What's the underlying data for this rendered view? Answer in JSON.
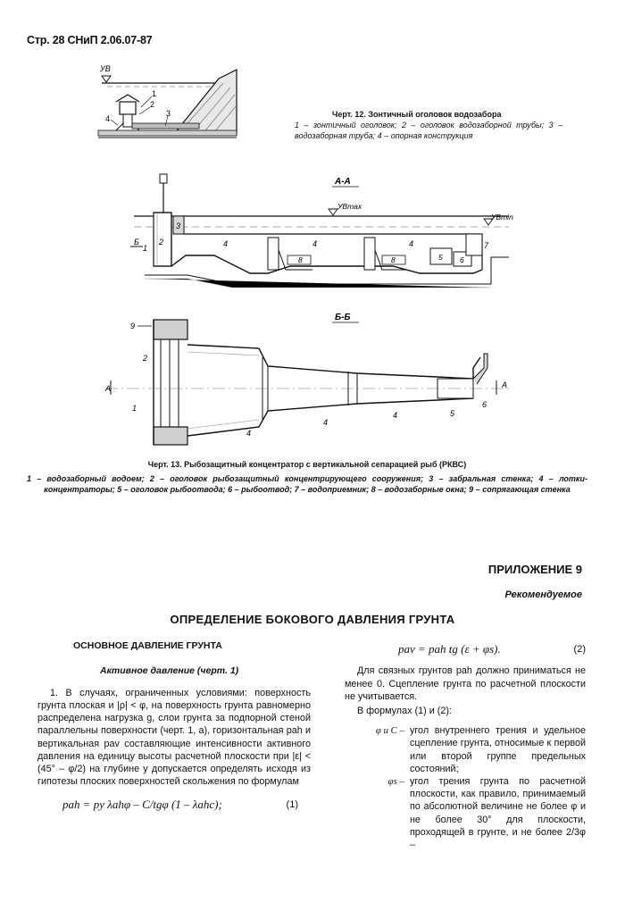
{
  "header": "Стр. 28  СНиП 2.06.07-87",
  "figure12": {
    "labels": {
      "uv": "УВ",
      "n1": "1",
      "n2": "2",
      "n3": "3",
      "n4": "4"
    },
    "caption_title": "Черт. 12. Зонтичный оголовок водозабора",
    "caption_legend": "1 – зонтичный оголовок; 2 – оголовок водозаборной трубы; 3 – водозаборная труба; 4 – опорная конструкция"
  },
  "figure13": {
    "section_aa": "А-А",
    "section_bb": "Б-Б",
    "uv_max": "УВmax",
    "uv_min": "УВmin",
    "section_mark_b": "Б",
    "section_mark_a": "А",
    "nums": {
      "n1": "1",
      "n2": "2",
      "n3": "3",
      "n4": "4",
      "n5": "5",
      "n6": "6",
      "n7": "7",
      "n8": "8",
      "n9": "9"
    },
    "caption_title": "Черт. 13. Рыбозащитный концентратор с вертикальной сепарацией рыб (РКВС)",
    "caption_legend": "1 – водозаборный водоем; 2 – оголовок рыбозащитный концентрирующего сооружения; 3 – забральная стенка; 4 – лотки-концентраторы; 5 – оголовок рыбоотвода; 6 – рыбоотвод; 7 – водоприемник; 8 – водозаборные окна; 9 – сопрягающая стенка"
  },
  "appendix": {
    "label": "ПРИЛОЖЕНИЕ 9",
    "status": "Рекомендуемое",
    "title": "ОПРЕДЕЛЕНИЕ БОКОВОГО ДАВЛЕНИЯ ГРУНТА"
  },
  "left_column": {
    "heading": "ОСНОВНОЕ ДАВЛЕНИЕ ГРУНТА",
    "subheading": "Активное давление (черт. 1)",
    "paragraph": "1. В случаях, ограниченных условиями: поверхность грунта плоская и |ρ| < φ, на поверхность грунта равномерно распределена нагрузка g, слои грунта за подпорной стеной параллельны поверхности (черт. 1, а), горизонтальная pah и вертикальная pav составляющие интенсивности активного давления на единицу высоты расчетной плоскости при |ε| < (45° – φ/2) на глубине y допускается определять исходя из гипотезы плоских поверхностей скольжения по формулам",
    "formula1": "pah = py λahφ – C/tgφ (1 – λahc);",
    "formula1_num": "(1)"
  },
  "right_column": {
    "formula2": "pav = pah tg (ε + φs).",
    "formula2_num": "(2)",
    "paragraph1": "Для связных грунтов pah должно приниматься не менее 0. Сцепление грунта по расчетной плоскости не учитывается.",
    "paragraph2": "В формулах (1) и (2):",
    "defs": [
      {
        "key": "φ и C –",
        "text": "угол внутреннего трения и удельное сцепление грунта, относимые к первой или второй группе предельных состояний;"
      },
      {
        "key": "φs –",
        "text": "угол трения грунта по расчетной плоскости, как правило, принимаемый по абсолютной величине не более φ и не более 30° для плоскости, проходящей в грунте, и не более 2/3φ –"
      }
    ]
  }
}
